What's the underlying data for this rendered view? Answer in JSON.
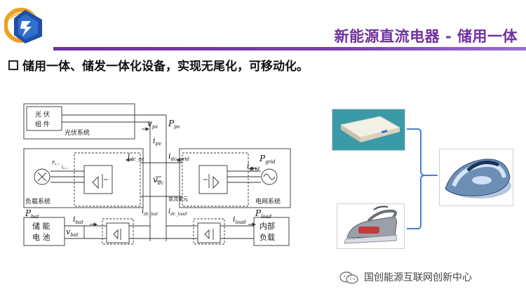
{
  "header": {
    "title": "新能源直流电器 - 储用一体"
  },
  "bullet": {
    "text": "储用一体、储发一体化设备，实现无尾化，可移动化。"
  },
  "diagram": {
    "pv_module_label_1": "光  伏",
    "pv_module_label_2": "组  件",
    "pv_system_label": "光伏系统",
    "load_system_label": "负载系统",
    "grid_system_label": "电网系统",
    "converter_unit_label": "变流单元",
    "battery_label_1": "储  能",
    "battery_label_2": "电  池",
    "internal_load_label_1": "内部",
    "internal_load_label_2": "负载",
    "v_pv": "v",
    "v_pv_sub": "pv",
    "P_pv": "P",
    "P_pv_sub": "pv",
    "i_pv": "i",
    "i_pv_sub": "pv",
    "i_dc_ac": "i",
    "i_dc_ac_sub": "dc_ac",
    "i_dc_grid": "i",
    "i_dc_grid_sub": "dc_grid",
    "P_grid": "P",
    "P_grid_sub": "grid",
    "i_grid": "i",
    "i_grid_sub": "grid",
    "v_dc": "v",
    "v_dc_sub": "dc",
    "P_ac_l": "P",
    "P_ac_l_sub": "a_c",
    "i_ac_l": "i",
    "i_ac_l_sub": "a_c",
    "i_dc_bat": "i",
    "i_dc_bat_sub": "dc_bat",
    "i_dc_load": "i",
    "i_dc_load_sub": "dc_load",
    "P_bat": "P",
    "P_bat_sub": "bat",
    "i_bat": "i",
    "i_bat_sub": "bat",
    "v_bat": "v",
    "v_bat_sub": "bat",
    "P_load": "P",
    "P_load_sub": "load",
    "i_load": "i",
    "i_load_sub": "load"
  },
  "watermark": {
    "text": "国创能源互联网创新中心"
  },
  "colors": {
    "title": "#7030a0",
    "rule": "#7030a0",
    "bracket": "#4a7fd0",
    "logo_orange": "#f0a020",
    "logo_blue": "#1f4fa8"
  },
  "icons": [
    "logo-icon",
    "bullet-square-icon",
    "wechat-icon"
  ]
}
